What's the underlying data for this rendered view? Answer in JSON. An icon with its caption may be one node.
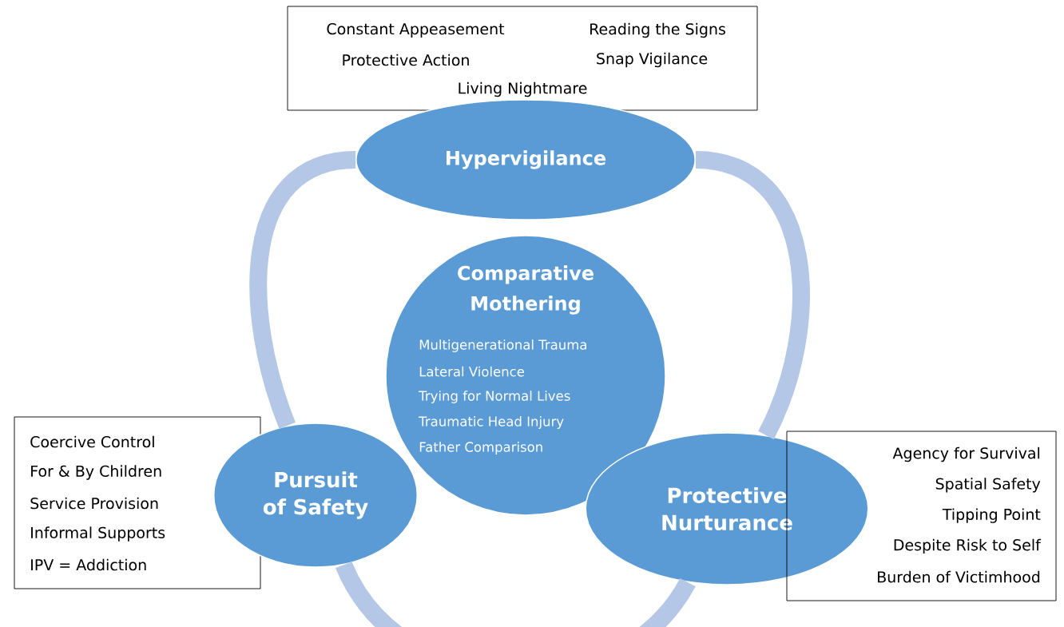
{
  "diagram": {
    "nodes": [
      {
        "text": [
          "Constant Appeasement",
          "Reading the Signs",
          "Protective Action",
          "Snap Vigilance",
          "Living Nightmare"
        ]
      },
      {
        "text": [
          "Hypervigilance"
        ]
      },
      {
        "text": [
          "Comparative Mothering",
          "Multigenerational Trauma",
          "Lateral Violence",
          "Trying for Normal Lives",
          "Traumatic Head Injury",
          "Father Comparison"
        ]
      },
      {
        "text": [
          "Coercive Control",
          "For & By Children",
          "Service Provision",
          "Informal Supports",
          "IPV = Addiction"
        ]
      },
      {
        "text": [
          "Pursuit of Safety"
        ]
      },
      {
        "text": [
          "Protective Nurturance"
        ]
      },
      {
        "text": [
          "Agency for Survival",
          "Spatial Safety",
          "Tipping Point",
          "Despite Risk to Self",
          "Burden of Victimhood"
        ]
      }
    ],
    "edges": [
      {
        "from": 1,
        "to": 5,
        "arrow": "none"
      },
      {
        "from": 5,
        "to": 4,
        "arrow": "none"
      },
      {
        "from": 4,
        "to": 1,
        "arrow": "none"
      }
    ]
  }
}
